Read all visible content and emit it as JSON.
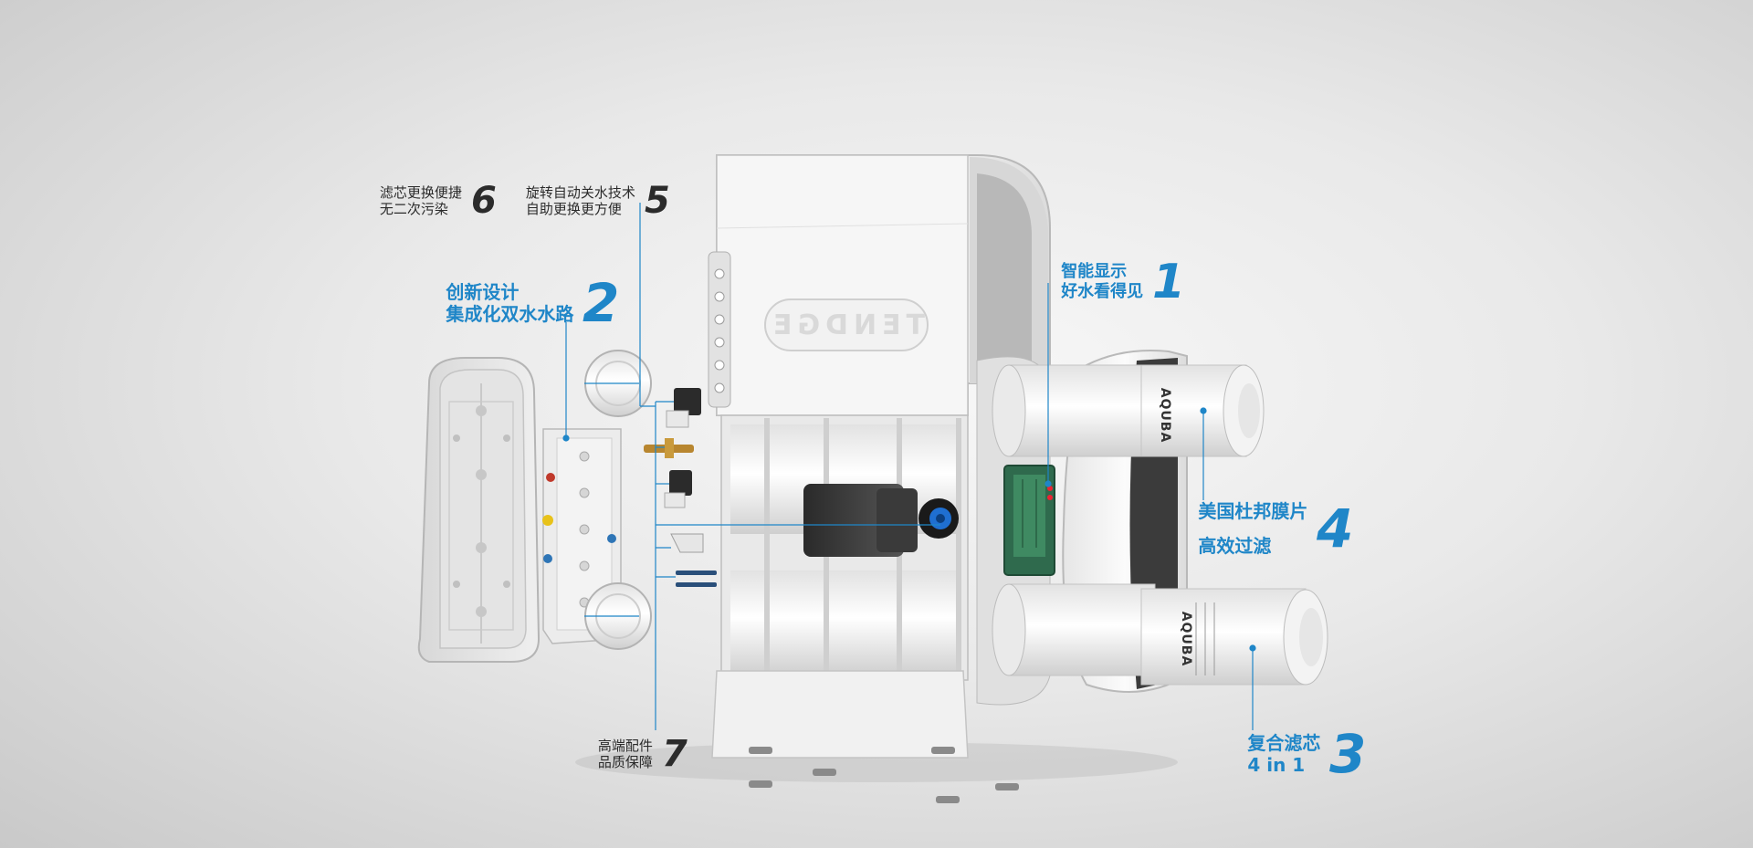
{
  "product": {
    "brand_text": "TENDGE",
    "cartridge_text": "AQUBA"
  },
  "colors": {
    "accent": "#1f86c8",
    "dark_text": "#2b2b2b",
    "body_white": "#f4f4f4",
    "shadow_gray": "#b8b8b8"
  },
  "callouts": {
    "c1": {
      "num": "1",
      "line1": "智能显示",
      "line2": "好水看得见"
    },
    "c2": {
      "num": "2",
      "line1": "创新设计",
      "line2": "集成化双水水路"
    },
    "c3": {
      "num": "3",
      "line1": "复合滤芯",
      "line2": "4 in 1"
    },
    "c4": {
      "num": "4",
      "line1": "美国杜邦膜片",
      "line2": "高效过滤"
    },
    "c5": {
      "num": "5",
      "line1": "旋转自动关水技术",
      "line2": "自助更换更方便"
    },
    "c6": {
      "num": "6",
      "line1": "滤芯更换便捷",
      "line2": "无二次污染"
    },
    "c7": {
      "num": "7",
      "line1": "高端配件",
      "line2": "品质保障"
    }
  }
}
